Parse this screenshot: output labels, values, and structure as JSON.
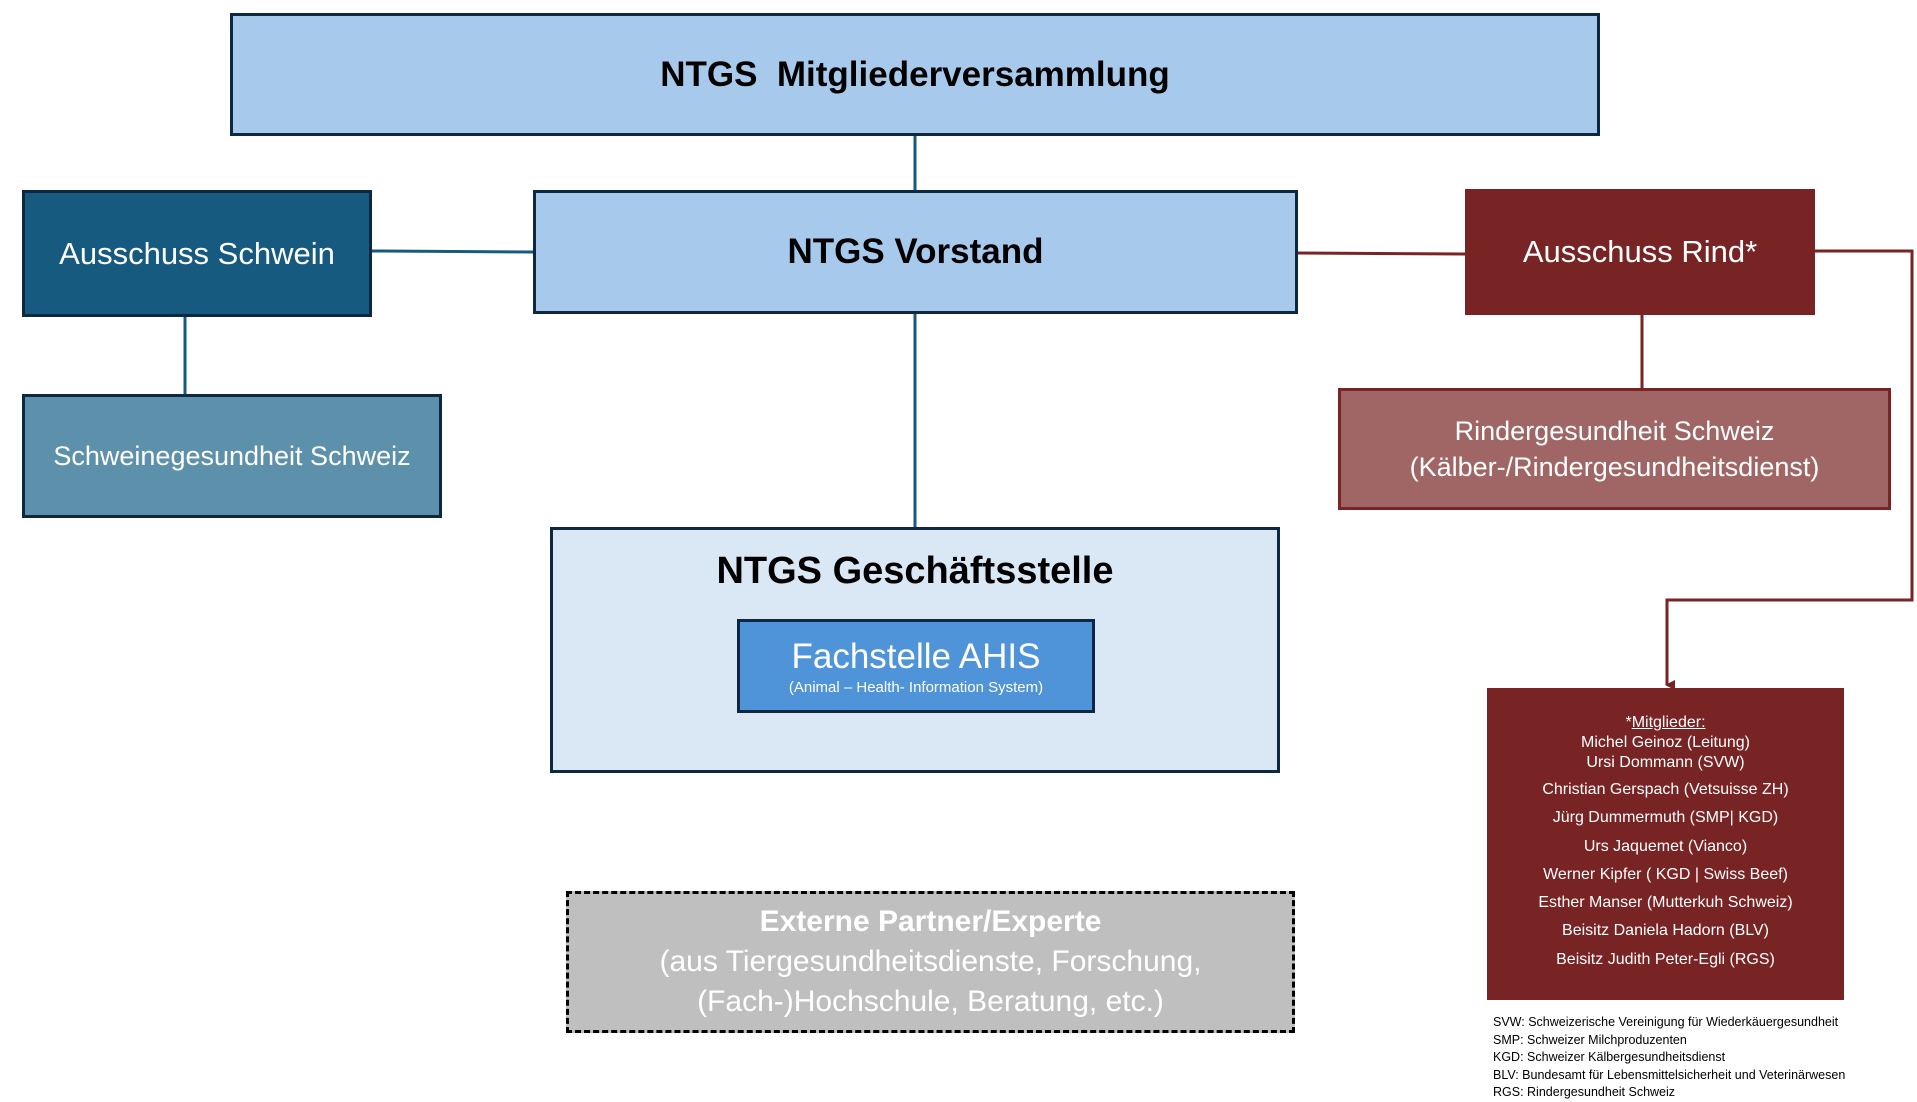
{
  "diagram": {
    "mitgliederversammlung": "NTGS  Mitgliederversammlung",
    "vorstand": "NTGS Vorstand",
    "ausschuss_schwein": "Ausschuss Schwein",
    "schweinegesundheit": "Schweinegesundheit Schweiz",
    "ausschuss_rind": "Ausschuss Rind*",
    "rindergesundheit_line1": "Rindergesundheit Schweiz",
    "rindergesundheit_line2": "(Kälber-/Rindergesundheitsdienst)",
    "geschaeftsstelle": "NTGS Geschäftsstelle",
    "fachstelle_title": "Fachstelle AHIS",
    "fachstelle_subtitle": "(Animal – Health- Information System)",
    "extern_title": "Externe Partner/Experte",
    "extern_line2": "(aus Tiergesundheitsdienste, Forschung,",
    "extern_line3": "(Fach-)Hochschule, Beratung, etc.)",
    "mitglieder_prefix": "*",
    "mitglieder_heading": "Mitglieder:",
    "mitglieder": [
      "Michel Geinoz (Leitung)",
      "Ursi Dommann (SVW)",
      "Christian Gerspach (Vetsuisse ZH)",
      "Jürg Dummermuth  (SMP| KGD)",
      "Urs Jaquemet (Vianco)",
      "Werner Kipfer ( KGD | Swiss Beef)",
      "Esther Manser (Mutterkuh Schweiz)",
      "Beisitz Daniela Hadorn (BLV)",
      "Beisitz Judith Peter-Egli (RGS)"
    ],
    "abkuerzungen": [
      "SVW: Schweizerische Vereinigung für Wiederkäuergesundheit",
      "SMP: Schweizer Milchproduzenten",
      "KGD: Schweizer Kälbergesundheitsdienst",
      "BLV: Bundesamt für Lebensmittelsicherheit und Veterinärwesen",
      "RGS: Rindergesundheit Schweiz"
    ]
  },
  "colors": {
    "light_blue": "#a7caec",
    "navy_border": "#0e2841",
    "dark_teal": "#175a80",
    "mid_teal": "#5d90aa",
    "maroon": "#782324",
    "rose": "#a06565",
    "pale_blue": "#dae8f6",
    "ahis_blue": "#4f94d9",
    "gray": "#bfbfbf"
  }
}
